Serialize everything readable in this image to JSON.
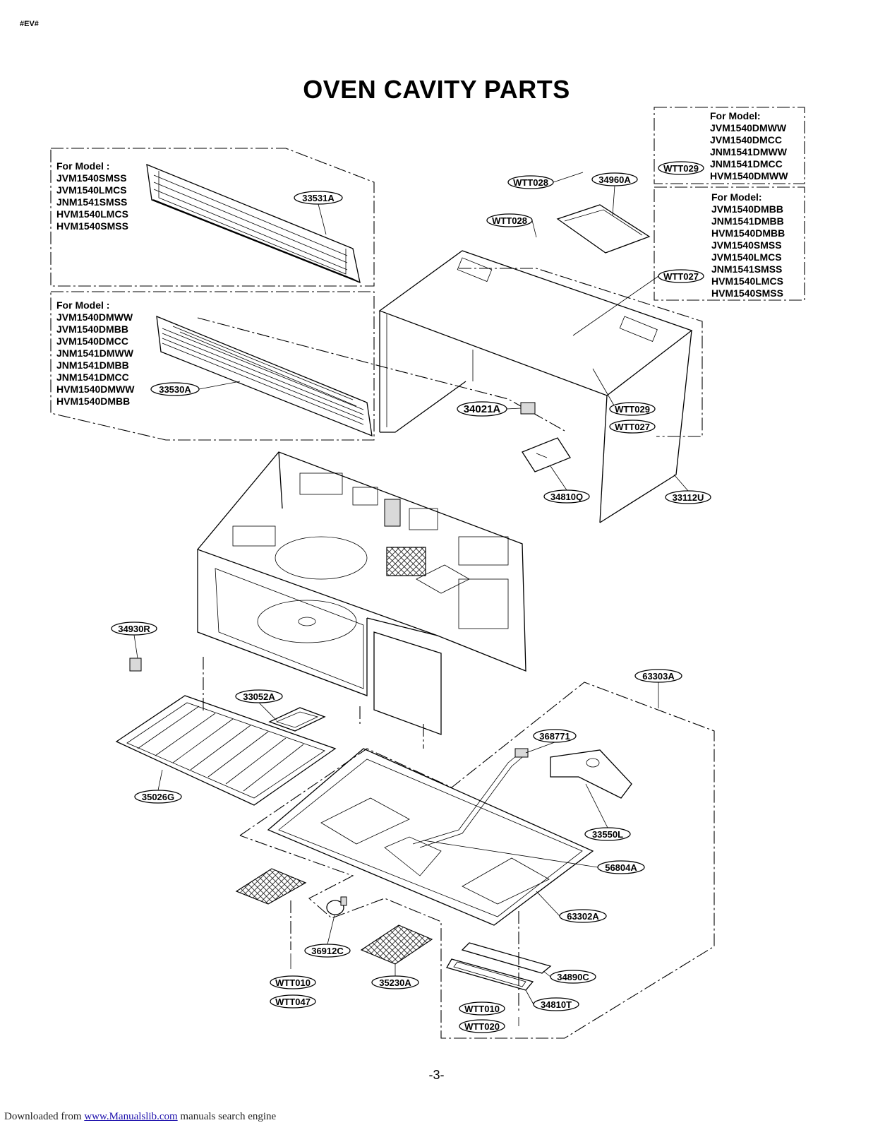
{
  "header_tag": "#EV#",
  "title": "OVEN CAVITY PARTS",
  "model_groups": {
    "top_grille": {
      "heading": "For Model :",
      "models": [
        "JVM1540SMSS",
        "JVM1540LMCS",
        "JNM1541SMSS",
        "HVM1540LMCS",
        "HVM1540SMSS"
      ]
    },
    "lower_grille": {
      "heading": "For Model :",
      "models": [
        "JVM1540DMWW",
        "JVM1540DMBB",
        "JVM1540DMCC",
        "JNM1541DMWW",
        "JNM1541DMBB",
        "JNM1541DMCC",
        "HVM1540DMWW",
        "HVM1540DMBB"
      ]
    },
    "right_top": {
      "heading": "For Model:",
      "models": [
        "JVM1540DMWW",
        "JVM1540DMCC",
        "JNM1541DMWW",
        "JNM1541DMCC",
        "HVM1540DMWW"
      ]
    },
    "right_bottom": {
      "heading": "For Model:",
      "models": [
        "JVM1540DMBB",
        "JNM1541DMBB",
        "HVM1540DMBB",
        "JVM1540SMSS",
        "JVM1540LMCS",
        "JNM1541SMSS",
        "HVM1540LMCS",
        "HVM1540SMSS"
      ]
    }
  },
  "part_labels": {
    "p33531A": "33531A",
    "p33530A": "33530A",
    "pWTT028a": "WTT028",
    "pWTT028b": "WTT028",
    "p34960A": "34960A",
    "pWTT029a": "WTT029",
    "pWTT027a": "WTT027",
    "p34021A": "34021A",
    "pWTT029b": "WTT029",
    "pWTT027b": "WTT027",
    "p34810Q": "34810Q",
    "p33112U": "33112U",
    "p34930R": "34930R",
    "p33052A": "33052A",
    "p63303A": "63303A",
    "p368771": "368771",
    "p35026G": "35026G",
    "p33550L": "33550L",
    "p56804A": "56804A",
    "p63302A": "63302A",
    "p36912C": "36912C",
    "p34890C": "34890C",
    "pWTT010a": "WTT010",
    "p35230A": "35230A",
    "p34810T": "34810T",
    "pWTT047": "WTT047",
    "pWTT010b": "WTT010",
    "pWTT020": "WTT020"
  },
  "page_number": "-3-",
  "footer": {
    "prefix": "Downloaded from ",
    "link": "www.Manualslib.com",
    "suffix": "  manuals search engine"
  }
}
